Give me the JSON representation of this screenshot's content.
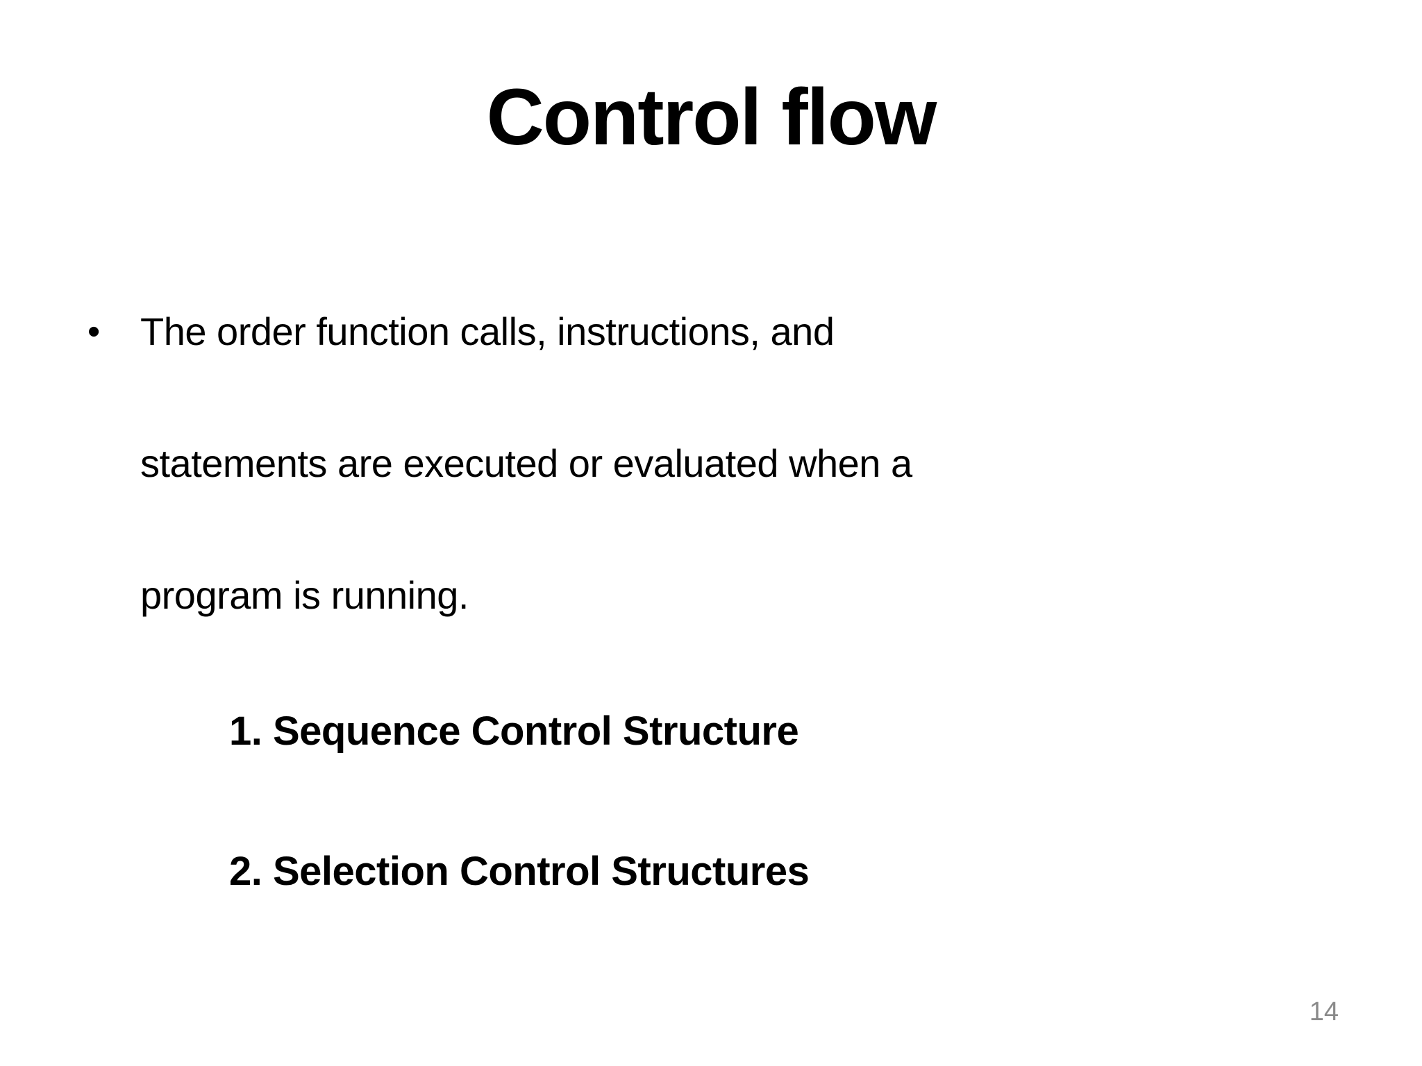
{
  "slide": {
    "title": "Control flow",
    "bullet": {
      "marker": "•",
      "lines": {
        "line1": "The order function calls, instructions, and",
        "line2": "statements are executed or evaluated when a",
        "line3": "program is running."
      }
    },
    "numbered_items": {
      "item1": "1. Sequence Control Structure",
      "item2": "2. Selection Control Structures"
    },
    "page_number": "14",
    "colors": {
      "text": "#000000",
      "page_number": "#8a8a8a",
      "background": "#ffffff"
    }
  }
}
